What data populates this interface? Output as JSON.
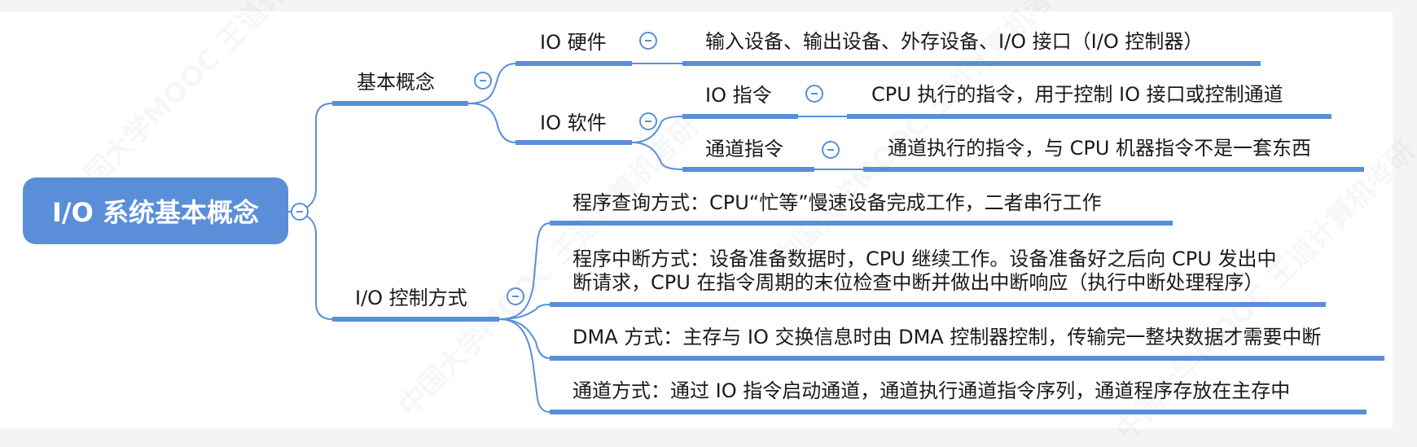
{
  "colors": {
    "accent": "#5b8ed8",
    "text": "#1a1a1a",
    "background": "#ffffff"
  },
  "watermark": "中国大学MOOC 王道计算机考研",
  "root": {
    "title": "I/O 系统基本概念"
  },
  "basic_concept": {
    "label": "基本概念",
    "io_hardware": {
      "label": "IO 硬件",
      "detail": "输入设备、输出设备、外存设备、I/O 接口（I/O 控制器）"
    },
    "io_software": {
      "label": "IO 软件",
      "io_instruction": {
        "label": "IO 指令",
        "detail": "CPU 执行的指令，用于控制 IO 接口或控制通道"
      },
      "channel_instruction": {
        "label": "通道指令",
        "detail": "通道执行的指令，与 CPU 机器指令不是一套东西"
      }
    }
  },
  "io_control": {
    "label": "I/O 控制方式",
    "methods": [
      "程序查询方式：CPU“忙等”慢速设备完成工作，二者串行工作",
      "程序中断方式：设备准备数据时，CPU 继续工作。设备准备好之后向 CPU 发出中",
      "断请求，CPU 在指令周期的末位检查中断并做出中断响应（执行中断处理程序）",
      "DMA 方式：主存与 IO 交换信息时由 DMA 控制器控制，传输完一整块数据才需要中断",
      "通道方式：通过 IO 指令启动通道，通道执行通道指令序列，通道程序存放在主存中"
    ]
  }
}
